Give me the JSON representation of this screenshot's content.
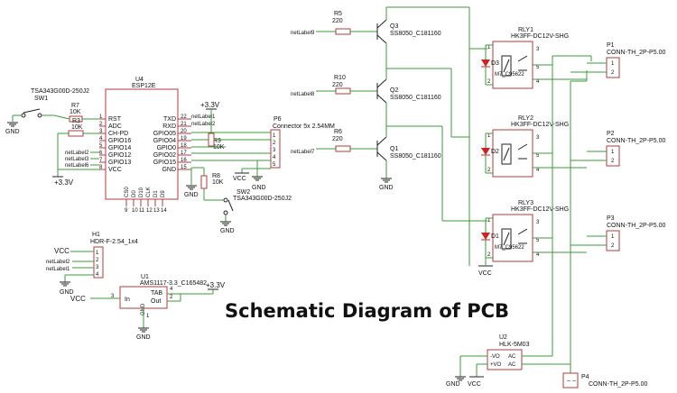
{
  "caption": "Schematic Diagram of PCB",
  "power": {
    "vcc": "VCC",
    "v33": "+3.3V",
    "gnd": "GND"
  },
  "u4": {
    "ref": "U4",
    "value": "ESP12E",
    "left_pins": [
      "RST",
      "ADC",
      "CH-PD",
      "GPIO16",
      "GPIO14",
      "GPIO12",
      "GPIO13",
      "VCC"
    ],
    "left_nums": [
      "1",
      "2",
      "3",
      "4",
      "5",
      "6",
      "7",
      "8"
    ],
    "right_pins": [
      "TXD",
      "RXD",
      "GPIO05",
      "GPIO04",
      "GPIO0",
      "GPIO02",
      "GPIO15",
      "GND"
    ],
    "right_nums": [
      "22",
      "21",
      "20",
      "19",
      "18",
      "17",
      "16",
      "15"
    ],
    "bottom_pins": [
      "CS0",
      "D0",
      "D10",
      "CLK",
      "D1",
      "D9"
    ],
    "bottom_nums": [
      "9",
      "10",
      "11",
      "12",
      "13",
      "14"
    ]
  },
  "sw1": {
    "ref": "SW1",
    "value": "TSA343G00D-250J2"
  },
  "sw2": {
    "ref": "SW2",
    "value": "TSA343G00D-250J2"
  },
  "r7": {
    "ref": "R7",
    "value": "10K"
  },
  "r3": {
    "ref": "R3",
    "value": "10K"
  },
  "r9": {
    "ref": "R9",
    "value": "10K"
  },
  "r8": {
    "ref": "R8",
    "value": "10K"
  },
  "r5": {
    "ref": "R5",
    "value": "220"
  },
  "r10": {
    "ref": "R10",
    "value": "220"
  },
  "r6": {
    "ref": "R6",
    "value": "220"
  },
  "q3": {
    "ref": "Q3",
    "value": "SS8050_C181160"
  },
  "q2": {
    "ref": "Q2",
    "value": "SS8050_C181160"
  },
  "q1": {
    "ref": "Q1",
    "value": "SS8050_C181160"
  },
  "nets": {
    "l1": "netLabel1",
    "l2": "netLabel2",
    "l3": "netLabel3",
    "l6": "netLabel6",
    "l7": "netLabel7",
    "l8": "netLabel8",
    "l9": "netLabel9"
  },
  "p6": {
    "ref": "P6",
    "value": "Connector 5x 2.54MM",
    "pins": [
      "1",
      "2",
      "3",
      "4",
      "5"
    ]
  },
  "h1": {
    "ref": "H1",
    "value": "HDR-F-2.54_1x4",
    "pins": [
      "1",
      "2",
      "3",
      "4"
    ]
  },
  "u1": {
    "ref": "U1",
    "value": "AMS1117-3.3_C165482",
    "in": "In",
    "tab": "TAB",
    "out": "Out",
    "gnd": "GND",
    "n1": "1",
    "n2": "2",
    "n3": "3",
    "n4": "4"
  },
  "relays": [
    {
      "ref": "RLY1",
      "value": "HK3FF-DC12V-SHG",
      "diode": "D3",
      "part": "M7_C95622",
      "port": "P1"
    },
    {
      "ref": "RLY2",
      "value": "HK3FF-DC12V-SHG",
      "diode": "D2",
      "part": "",
      "port": "P2"
    },
    {
      "ref": "RLY3",
      "value": "HK3FF-DC12V-SHG",
      "diode": "D1",
      "part": "M7_C95622",
      "port": "P3"
    }
  ],
  "relay_pins": [
    "1",
    "2",
    "3",
    "4",
    "5"
  ],
  "conn_value": "CONN-TH_2P-P5.00",
  "u2": {
    "ref": "U2",
    "value": "HLK-5M03",
    "vo_neg": "-VO",
    "vo_pos": "+VO",
    "ac1": "AC",
    "ac2": "AC",
    "p4": "P4"
  }
}
